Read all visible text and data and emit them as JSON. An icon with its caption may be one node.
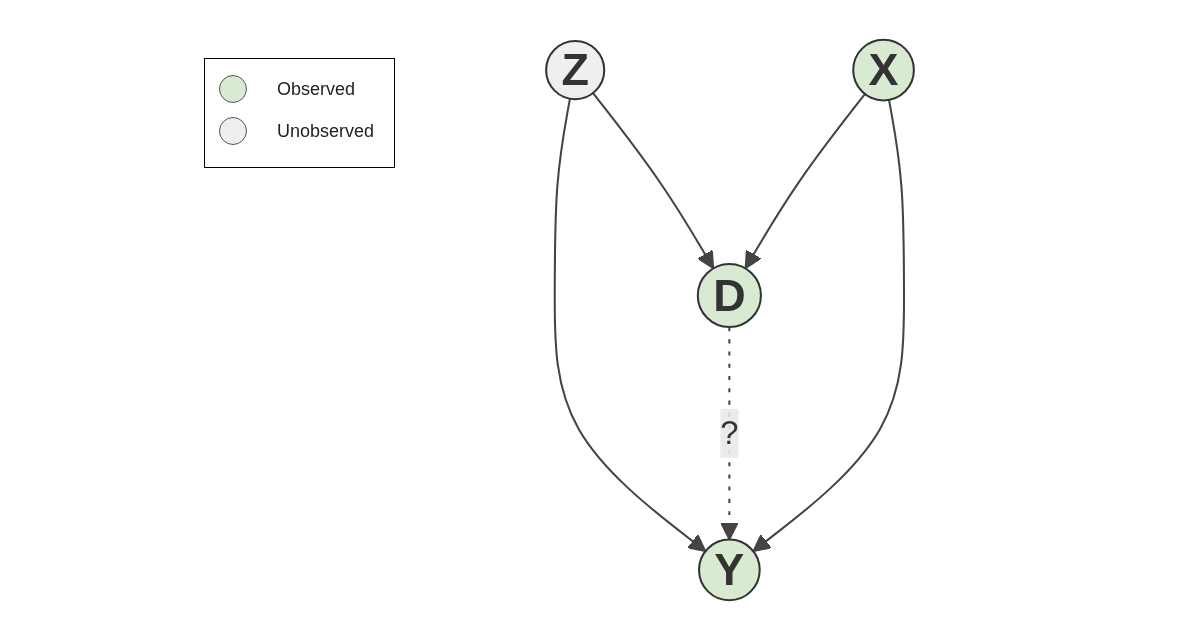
{
  "diagram": {
    "nodes": [
      {
        "text": [
          "Z"
        ]
      },
      {
        "text": [
          "D"
        ]
      },
      {
        "text": [
          "Y"
        ]
      },
      {
        "text": [
          "X"
        ]
      }
    ],
    "edges": [
      {
        "from": 0,
        "to": 1,
        "arrow": "to"
      },
      {
        "from": 0,
        "to": 2,
        "arrow": "to"
      },
      {
        "from": 1,
        "to": 2,
        "arrow": "to",
        "label": "?",
        "style": "dashed"
      },
      {
        "from": 3,
        "to": 1,
        "arrow": "to"
      },
      {
        "from": 3,
        "to": 2,
        "arrow": "to"
      }
    ],
    "legend": [
      {
        "text": "Observed",
        "color": "#d9ead3"
      },
      {
        "text": "Unobserved",
        "color": "#efefef"
      }
    ]
  }
}
